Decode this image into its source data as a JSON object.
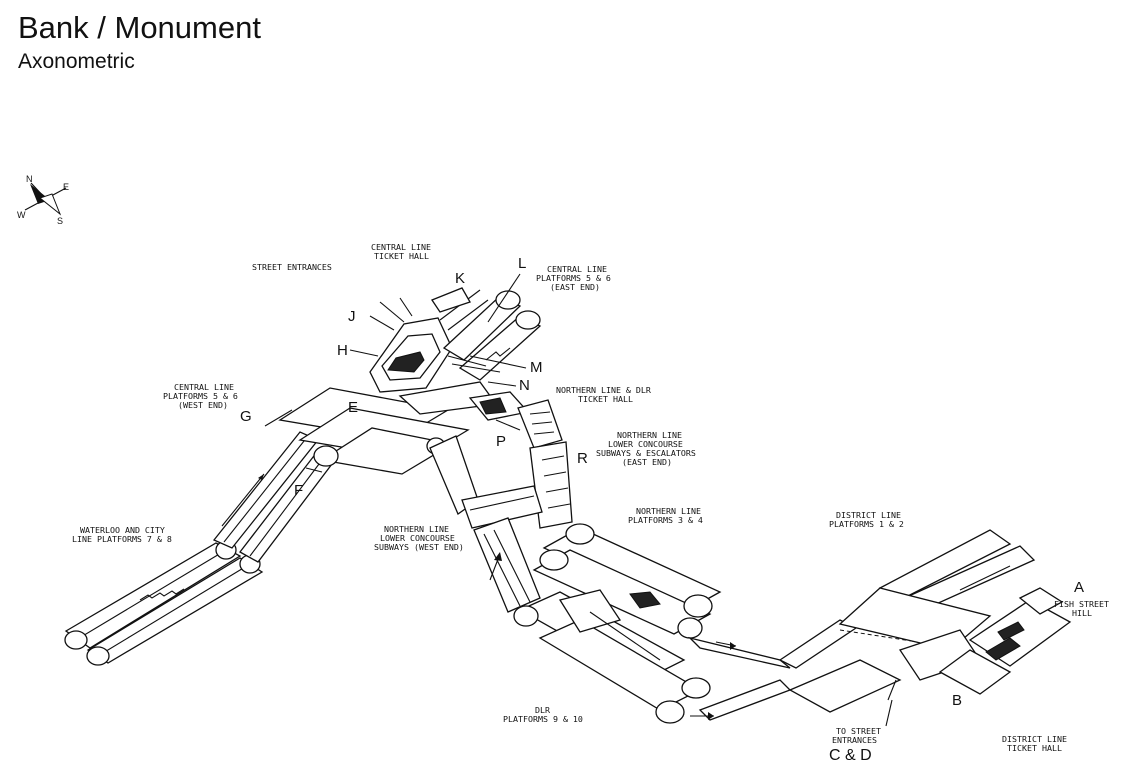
{
  "header": {
    "title": "Bank / Monument",
    "subtitle": "Axonometric"
  },
  "compass": {
    "n": "N",
    "e": "E",
    "s": "S",
    "w": "W"
  },
  "labels": {
    "street_entrances": "STREET ENTRANCES",
    "central_ticket_hall_1": "CENTRAL LINE",
    "central_ticket_hall_2": "TICKET HALL",
    "central_east_1": "CENTRAL LINE",
    "central_east_2": "PLATFORMS 5 & 6",
    "central_east_3": "(EAST END)",
    "central_west_1": "CENTRAL LINE",
    "central_west_2": "PLATFORMS 5 & 6",
    "central_west_3": "(WEST END)",
    "northern_dlr_hall_1": "NORTHERN LINE & DLR",
    "northern_dlr_hall_2": "TICKET HALL",
    "northern_lower_east_1": "NORTHERN LINE",
    "northern_lower_east_2": "LOWER CONCOURSE",
    "northern_lower_east_3": "SUBWAYS & ESCALATORS",
    "northern_lower_east_4": "(EAST END)",
    "northern_platforms_1": "NORTHERN LINE",
    "northern_platforms_2": "PLATFORMS 3 & 4",
    "northern_lower_west_1": "NORTHERN LINE",
    "northern_lower_west_2": "LOWER CONCOURSE",
    "northern_lower_west_3": "SUBWAYS (WEST END)",
    "waterloo_1": "WATERLOO AND CITY",
    "waterloo_2": "LINE PLATFORMS 7 & 8",
    "district_platforms_1": "DISTRICT LINE",
    "district_platforms_2": "PLATFORMS 1 & 2",
    "fish_street_1": "FISH STREET",
    "fish_street_2": "HILL",
    "dlr_1": "DLR",
    "dlr_2": "PLATFORMS 9 & 10",
    "to_street_1": "TO STREET",
    "to_street_2": "ENTRANCES",
    "to_street_3": "C & D",
    "district_hall_1": "DISTRICT LINE",
    "district_hall_2": "TICKET HALL"
  },
  "letters": {
    "A": "A",
    "B": "B",
    "E": "E",
    "F": "F",
    "G": "G",
    "H": "H",
    "J": "J",
    "K": "K",
    "L": "L",
    "M": "M",
    "N": "N",
    "P": "P",
    "R": "R"
  }
}
